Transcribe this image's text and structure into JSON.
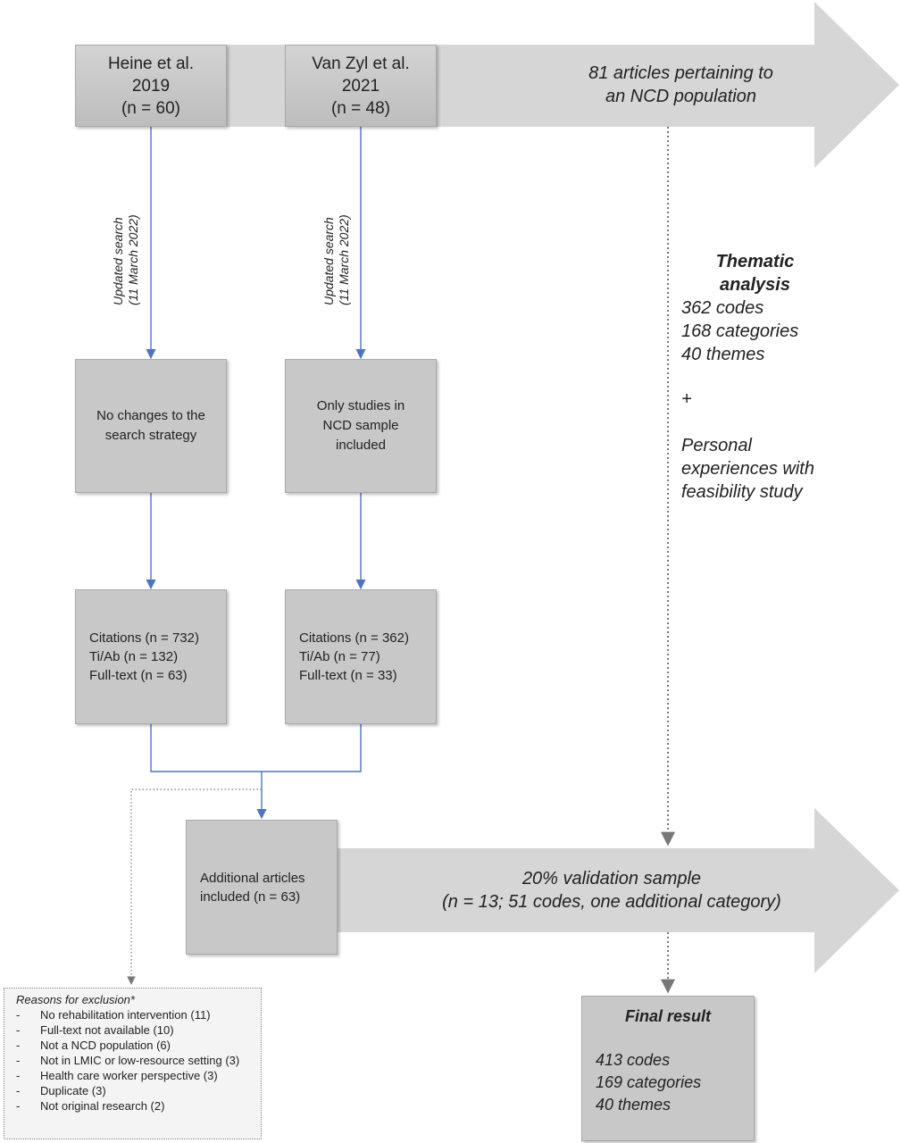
{
  "colors": {
    "arrow_fill": "#d6d6d6",
    "box_fill": "#c8c8c8",
    "connector": "#4a74c4",
    "dotted": "#777777"
  },
  "top_arrow_text": [
    "81 articles pertaining to",
    "an NCD population"
  ],
  "bottom_arrow_text": [
    "20% validation sample",
    "(n = 13; 51 codes, one additional category)"
  ],
  "left_column": {
    "source": [
      "Heine et al.",
      "2019",
      "(n = 60)"
    ],
    "search_label": [
      "Updated search",
      "(11 March 2022)"
    ],
    "strategy": [
      "No changes to the",
      "search strategy"
    ],
    "results": [
      "Citations (n = 732)",
      "Ti/Ab (n = 132)",
      "Full-text (n = 63)"
    ]
  },
  "right_column": {
    "source": [
      "Van Zyl et al.",
      "2021",
      "(n = 48)"
    ],
    "search_label": [
      "Updated search",
      "(11 March 2022)"
    ],
    "strategy": [
      "Only studies in",
      "NCD sample",
      "included"
    ],
    "results": [
      "Citations (n = 362)",
      "Ti/Ab (n = 77)",
      "Full-text (n = 33)"
    ]
  },
  "additional": [
    "Additional articles",
    "included (n = 63)"
  ],
  "thematic": {
    "title": [
      "Thematic",
      "analysis"
    ],
    "lines": [
      "362 codes",
      "168 categories",
      "40 themes"
    ],
    "plus": "+",
    "extra": [
      "Personal",
      "experiences with",
      "feasibility study"
    ]
  },
  "final": {
    "title": "Final result",
    "lines": [
      "413 codes",
      "169 categories",
      "40 themes"
    ]
  },
  "exclusion": {
    "title": "Reasons for exclusion*",
    "items": [
      "No rehabilitation intervention (11)",
      "Full-text not available (10)",
      "Not a NCD population (6)",
      "Not in LMIC or low-resource setting (3)",
      "Health care worker perspective (3)",
      "Duplicate (3)",
      "Not original research (2)"
    ]
  }
}
